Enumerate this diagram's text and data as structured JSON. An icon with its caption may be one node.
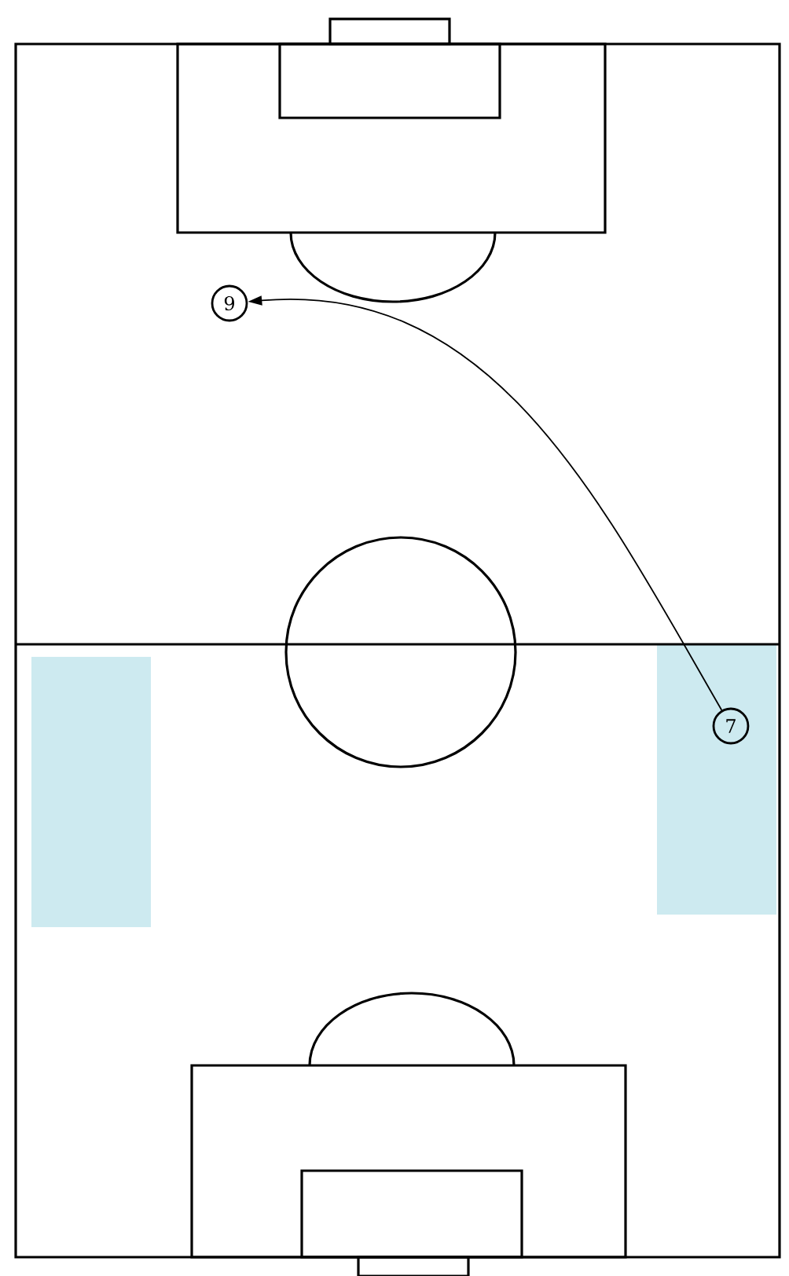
{
  "diagram": {
    "nodes": [
      {
        "text": [
          "9"
        ]
      },
      {
        "text": [
          "7"
        ]
      }
    ],
    "edges": [
      {
        "from": 1,
        "to": 0,
        "arrow": "to"
      }
    ]
  }
}
